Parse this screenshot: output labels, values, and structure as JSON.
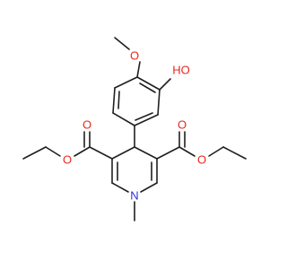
{
  "molecule": {
    "atoms": {
      "o_methoxy": {
        "label": "O",
        "color": "#e8261b"
      },
      "o_hydroxy": {
        "label": "HO",
        "color": "#e8261b"
      },
      "o_left_carbonyl": {
        "label": "O",
        "color": "#e8261b"
      },
      "o_left_ester": {
        "label": "O",
        "color": "#e8261b"
      },
      "o_right_carbonyl": {
        "label": "O",
        "color": "#e8261b"
      },
      "o_right_ester": {
        "label": "O",
        "color": "#e8261b"
      },
      "n_ring": {
        "label": "N",
        "color": "#2d2dd6"
      }
    },
    "bond_color": "#1f1f1f"
  }
}
